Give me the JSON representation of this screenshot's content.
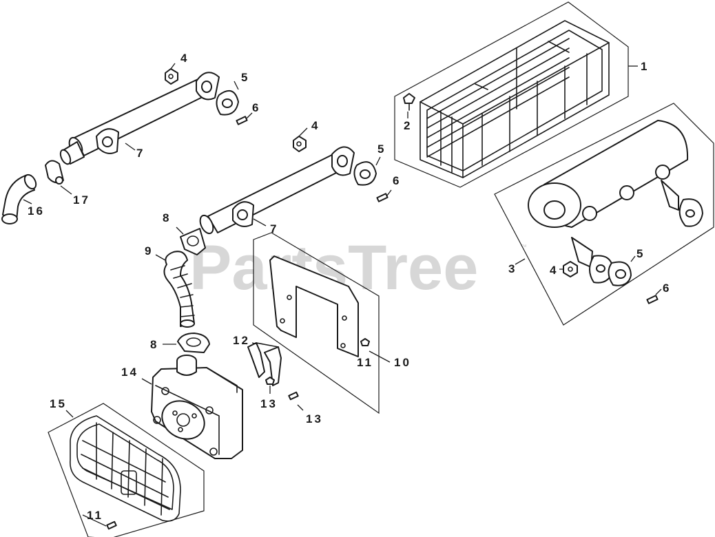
{
  "watermark": {
    "text": "PartsTree",
    "trademark": "™",
    "color": "#d7d7d7"
  },
  "callouts": {
    "c1": "1",
    "c2": "2",
    "c3": "3",
    "c4a": "4",
    "c4b": "4",
    "c4c": "4",
    "c5a": "5",
    "c5b": "5",
    "c5c": "5",
    "c6a": "6",
    "c6b": "6",
    "c6c": "6",
    "c7a": "7",
    "c7b": "7",
    "c8a": "8",
    "c8b": "8",
    "c9": "9",
    "c10": "10",
    "c11a": "11",
    "c11b": "11",
    "c12": "12",
    "c13a": "13",
    "c13b": "13",
    "c14": "14",
    "c15": "15",
    "c16": "16",
    "c17": "17"
  }
}
